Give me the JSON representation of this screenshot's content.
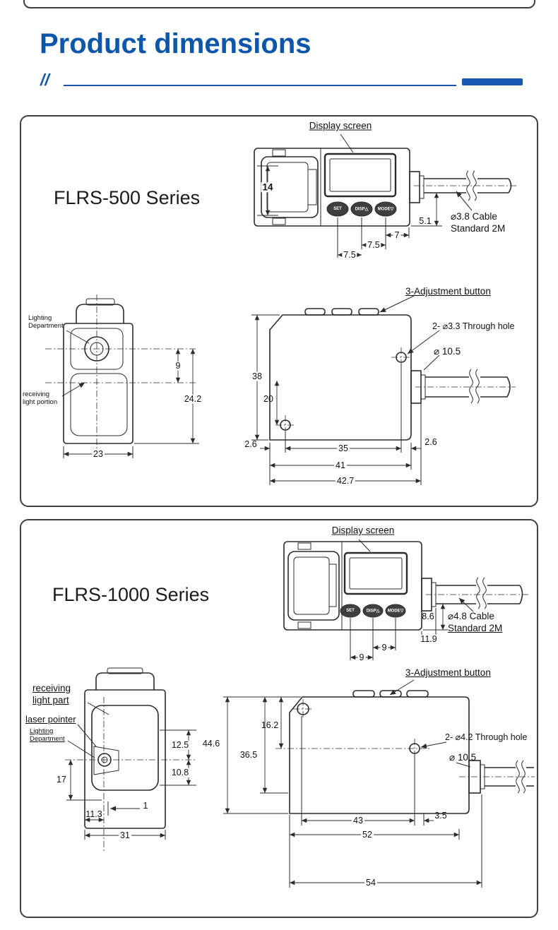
{
  "page": {
    "title": "Product dimensions",
    "slashes": "//",
    "accent_color": "#1558b0"
  },
  "s500": {
    "series": "FLRS-500 Series",
    "top": {
      "display": "Display screen",
      "btn1": "SET",
      "btn2": "DISP△",
      "btn3": "MODE▽",
      "d14": "14",
      "d51": "5.1",
      "d7": "7",
      "d75a": "7.5",
      "d75b": "7.5",
      "cable1": "⌀3.8 Cable",
      "cable2": "Standard 2M"
    },
    "front": {
      "lighting": "Lighting\nDepartment",
      "receiving": "receiving\nlight portion",
      "d9": "9",
      "d242": "24.2",
      "d23": "23"
    },
    "side": {
      "adjust": "3-Adjustment button",
      "hole": "2- ⌀3.3 Through hole",
      "d105": "⌀ 10.5",
      "d38": "38",
      "d20": "20",
      "d26a": "2.6",
      "d35": "35",
      "d26b": "2.6",
      "d41": "41",
      "d427": "42.7"
    }
  },
  "s1000": {
    "series": "FLRS-1000 Series",
    "top": {
      "display": "Display screen",
      "btn1": "SET",
      "btn2": "DISP△",
      "btn3": "MODE▽",
      "d86": "8.6",
      "d119": "11.9",
      "d9a": "9",
      "d9b": "9",
      "cable1": "⌀4.8 Cable",
      "cable2": "Standard 2M"
    },
    "front": {
      "receiving": "receiving\nlight part",
      "laser": "laser pointer",
      "lighting": "Lighting\nDepartment",
      "d125": "12.5",
      "d17": "17",
      "d108": "10.8",
      "d1": "1",
      "d113": "11.3",
      "d31": "31"
    },
    "side": {
      "adjust": "3-Adjustment button",
      "hole": "2- ⌀4.2 Through hole",
      "d105": "⌀ 10.5",
      "d446": "44.6",
      "d162": "16.2",
      "d365": "36.5",
      "d43": "43",
      "d35": "3.5",
      "d52": "52",
      "d54": "54"
    }
  }
}
